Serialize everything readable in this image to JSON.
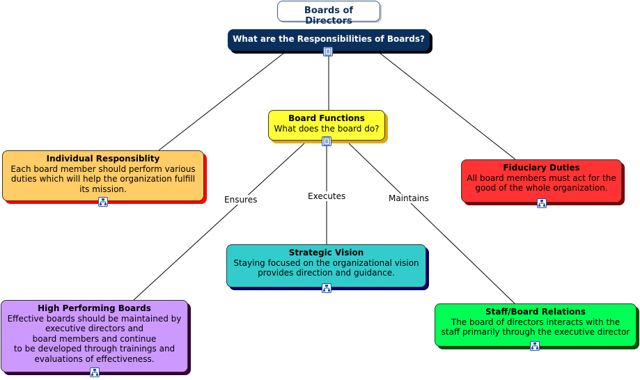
{
  "title": "Boards of Directors",
  "root": "What are the Responsibilities of Boards?",
  "functions": {
    "title": "Board Functions",
    "body": "What does the board do?"
  },
  "individual": {
    "title": "Individual Responsiblity",
    "body": "Each board member should perform various\nduties which will help the organization fulfill\nits mission."
  },
  "fiduciary": {
    "title": "Fiduciary Duties",
    "body": "All board members must act for the\ngood of the whole organization."
  },
  "strategic": {
    "title": "Strategic Vision",
    "body": "Staying focused on the organizational vision\nprovides direction and guidance."
  },
  "performing": {
    "title": "High Performing Boards",
    "body": "Effective boards should be maintained by\nexecutive directors and\nboard members and continue\nto be developed through trainings and\nevaluations of effectiveness."
  },
  "staff": {
    "title": "Staff/Board Relations",
    "body": "The board of directors interacts with the\nstaff primarily through the executive director"
  },
  "links": {
    "ensures": "Ensures",
    "executes": "Executes",
    "maintains": "Maintains"
  },
  "colors": {
    "navy": "#0a2f5c",
    "yellow": "#ffff33",
    "orange": "#ffcc66",
    "red": "#ff3333",
    "teal": "#33cccc",
    "purple": "#cc99ff",
    "green": "#00ff55"
  }
}
